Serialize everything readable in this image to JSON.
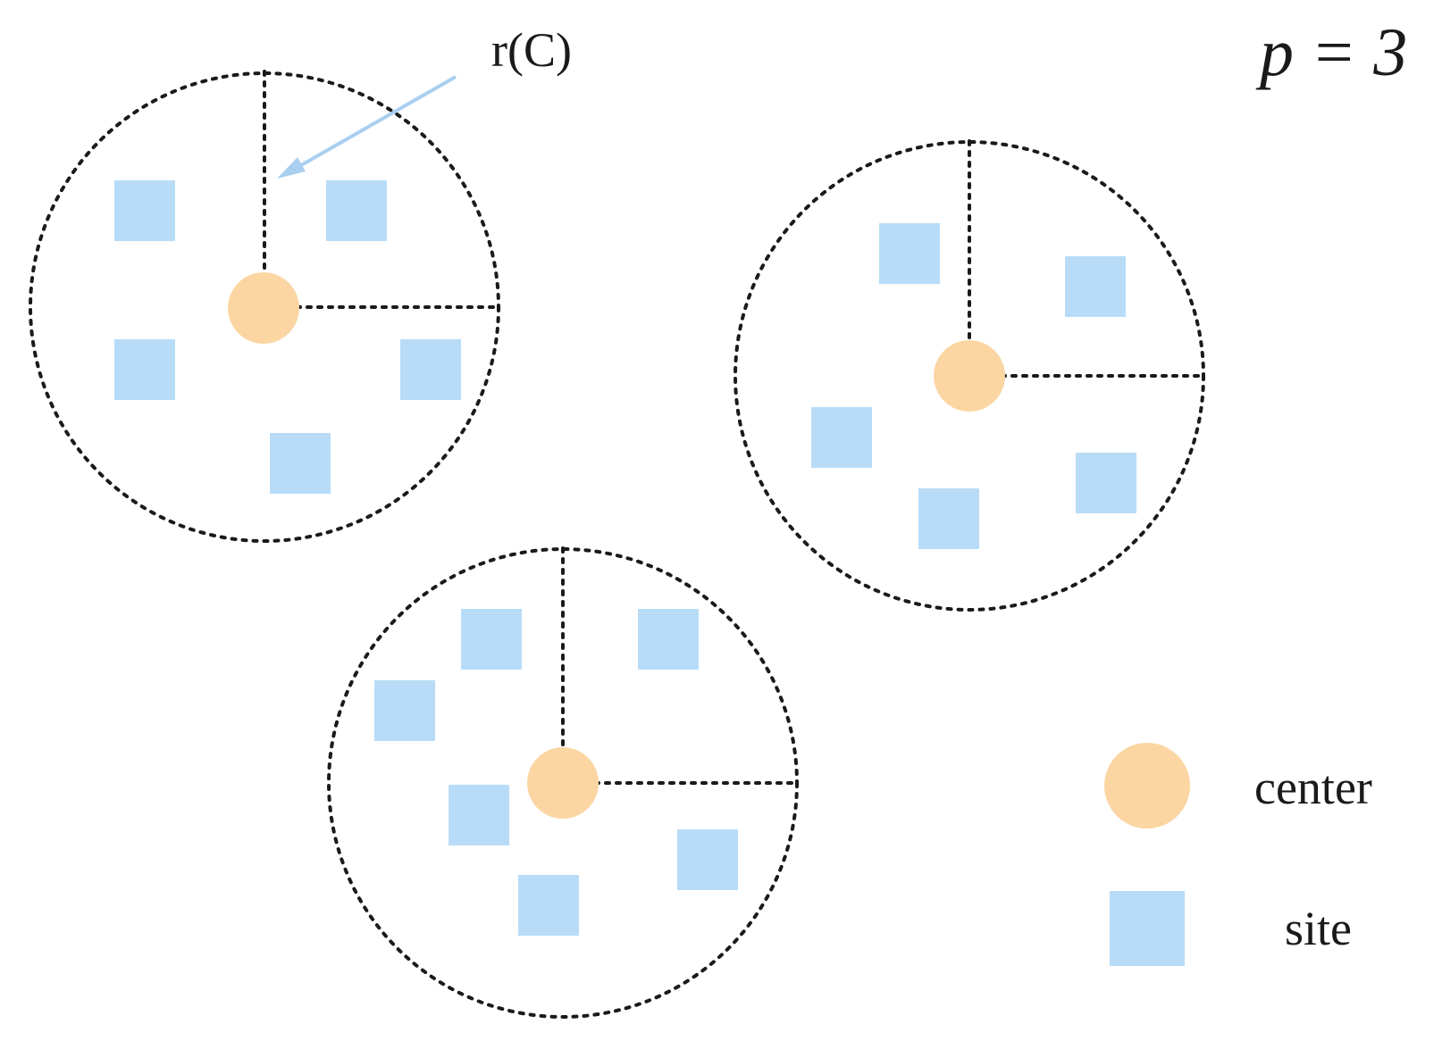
{
  "labels": {
    "radius": "r(C)",
    "p_value": "p = 3"
  },
  "legend": {
    "center": "center",
    "site": "site"
  },
  "colors": {
    "center": "#fbd6a3",
    "site": "#b8dcf7",
    "arrow": "#a9cff0",
    "stroke": "#1a1a1a"
  }
}
